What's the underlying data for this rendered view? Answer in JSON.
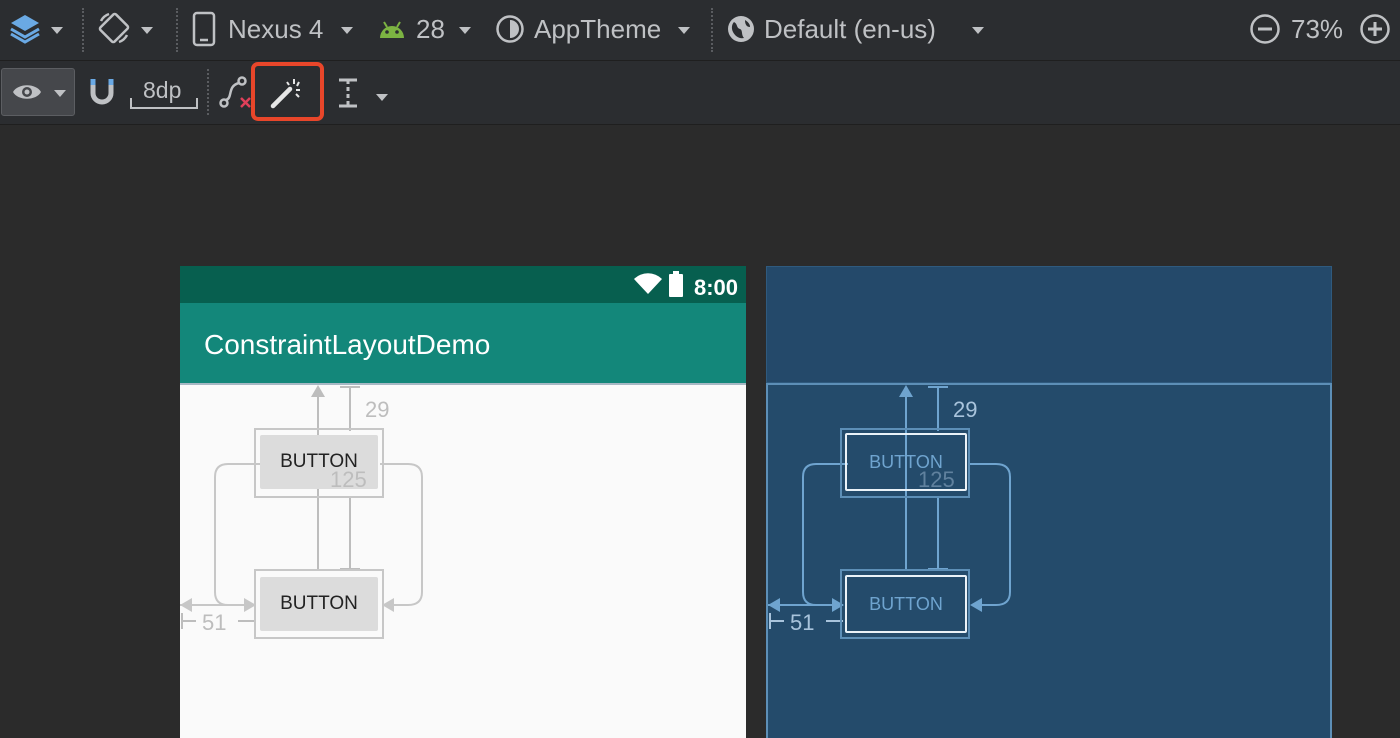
{
  "toolbar_top": {
    "device": "Nexus 4",
    "api_level": "28",
    "theme": "AppTheme",
    "locale": "Default (en-us)",
    "zoom": "73%"
  },
  "toolbar_design": {
    "default_margin": "8dp"
  },
  "design_surface": {
    "status_time": "8:00",
    "app_title": "ConstraintLayoutDemo",
    "button_top_label": "BUTTON",
    "button_bottom_label": "BUTTON"
  },
  "blueprint_surface": {
    "button_top_label": "BUTTON",
    "button_bottom_label": "BUTTON"
  },
  "constraints": {
    "top_margin": "29",
    "vertical_gap": "125",
    "left_margin": "51"
  },
  "colors": {
    "highlight": "#e8462a",
    "statusbar": "#075f4f",
    "appbar": "#13877a",
    "blueprint": "#244b6b"
  },
  "icons": [
    "layers-icon",
    "rotate-icon",
    "phone-icon",
    "android-icon",
    "theme-icon",
    "globe-icon",
    "zoom-out-icon",
    "zoom-in-icon",
    "eye-icon",
    "magnet-icon",
    "clear-constraints-icon",
    "magic-wand-icon",
    "align-vertical-icon"
  ]
}
